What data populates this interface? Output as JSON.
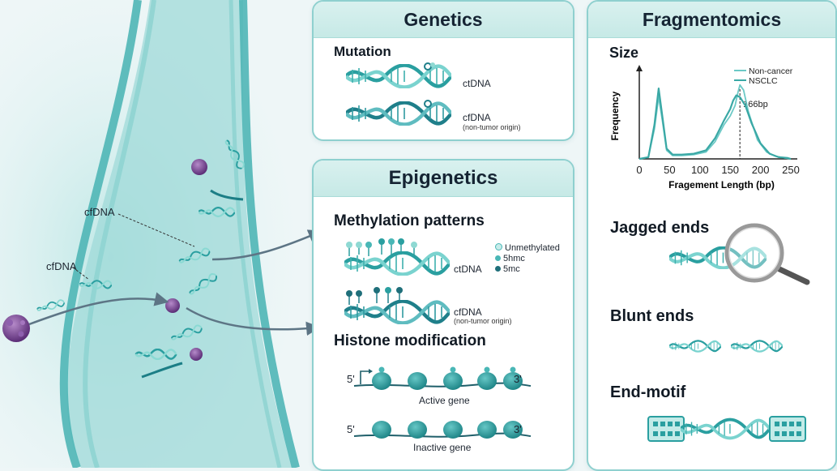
{
  "left_scene": {
    "cfdna_label_top": "cfDNA",
    "cfdna_label_left": "cfDNA"
  },
  "genetics": {
    "title": "Genetics",
    "mutation": "Mutation",
    "ctdna": "ctDNA",
    "cfdna": "cfDNA",
    "cfdna_origin": "(non-tumor origin)"
  },
  "epigenetics": {
    "title": "Epigenetics",
    "methylation": "Methylation patterns",
    "legend": [
      "Unmethylated",
      "5hmc",
      "5mc"
    ],
    "ctdna": "ctDNA",
    "cfdna": "cfDNA",
    "cfdna_origin": "(non-tumor origin)",
    "histone": "Histone modification",
    "active_gene": "Active gene",
    "inactive_gene": "Inactive gene",
    "five_prime": "5'",
    "three_prime": "3'"
  },
  "fragmentomics": {
    "title": "Fragmentomics",
    "size": "Size",
    "jagged": "Jagged ends",
    "blunt": "Blunt ends",
    "end_motif": "End-motif"
  },
  "chart_data": {
    "type": "line",
    "title": "",
    "xlabel": "Fragement Length (bp)",
    "ylabel": "Frequency",
    "xlim": [
      0,
      250
    ],
    "xticks": [
      0,
      50,
      100,
      150,
      200,
      250
    ],
    "annotation": {
      "x": 166,
      "label": "166bp"
    },
    "legend_position": "top-right",
    "colors": {
      "Non-cancer": "#6cc9c6",
      "NSCLC": "#3aa8a5"
    },
    "series": [
      {
        "name": "Non-cancer",
        "x": [
          0,
          15,
          25,
          32,
          38,
          45,
          55,
          70,
          90,
          110,
          125,
          140,
          150,
          158,
          163,
          166,
          172,
          180,
          195,
          210,
          225,
          240,
          250
        ],
        "y": [
          0,
          0.02,
          0.35,
          0.72,
          0.45,
          0.1,
          0.04,
          0.04,
          0.05,
          0.08,
          0.2,
          0.4,
          0.5,
          0.62,
          0.78,
          0.86,
          0.8,
          0.55,
          0.22,
          0.08,
          0.03,
          0.01,
          0
        ]
      },
      {
        "name": "NSCLC",
        "x": [
          0,
          15,
          25,
          32,
          38,
          45,
          55,
          70,
          90,
          110,
          125,
          140,
          150,
          155,
          160,
          166,
          175,
          185,
          200,
          215,
          230,
          245,
          250
        ],
        "y": [
          0,
          0.02,
          0.4,
          0.82,
          0.5,
          0.12,
          0.05,
          0.05,
          0.06,
          0.1,
          0.24,
          0.45,
          0.58,
          0.68,
          0.74,
          0.72,
          0.62,
          0.42,
          0.18,
          0.06,
          0.02,
          0.01,
          0
        ]
      }
    ]
  }
}
